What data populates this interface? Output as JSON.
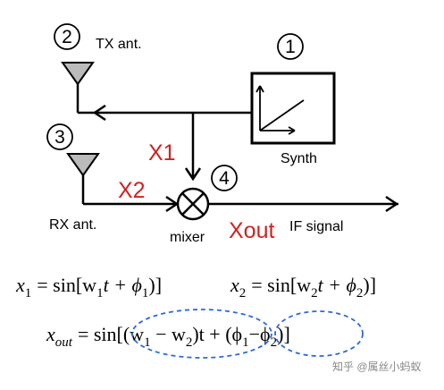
{
  "labels": {
    "tx_antenna": "TX ant.",
    "rx_antenna": "RX ant.",
    "synth": "Synth",
    "mixer": "mixer",
    "if_signal": "IF signal"
  },
  "markers": {
    "tx": "2",
    "synth": "1",
    "rx": "3",
    "mixer": "4"
  },
  "signals": {
    "x1": "X1",
    "x2": "X2",
    "xout": "Xout"
  },
  "equations": {
    "x1_lhs": "x",
    "x1_sub": "1",
    "x1_rhs": "= sin[w",
    "x1_rhs_sub": "1",
    "x1_rhs_tail": "t + ϕ",
    "x1_phi_sub": "1",
    "x1_close": ")]",
    "x2_lhs": "x",
    "x2_sub": "2",
    "x2_rhs": "= sin[w",
    "x2_rhs_sub": "2",
    "x2_rhs_tail": "t + ϕ",
    "x2_phi_sub": "2",
    "x2_close": ")]",
    "xout_lhs": "x",
    "xout_sub": "out",
    "xout_rhs": "= sin[(w",
    "xout_w1_sub": "1",
    "xout_minus": " − w",
    "xout_w2_sub": "2",
    "xout_mid": ")t + (ϕ",
    "xout_phi1_sub": "1",
    "xout_minus2": "−ϕ",
    "xout_phi2_sub": "2",
    "xout_close": ")]"
  },
  "watermark": "知乎 @属丝小蚂蚁",
  "colors": {
    "signal_label": "#d42020",
    "annotation_ellipse": "#2a6bd6",
    "line": "#000000",
    "watermark": "#888888"
  }
}
